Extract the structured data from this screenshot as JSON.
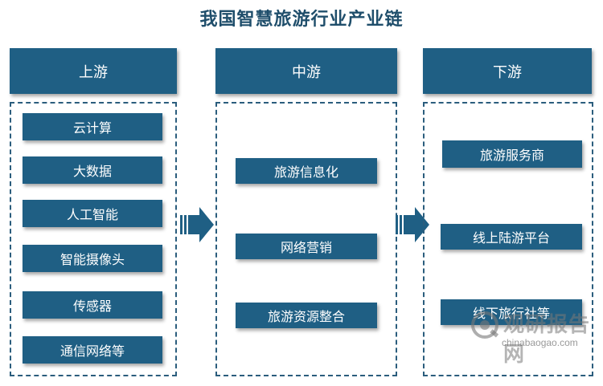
{
  "title": "我国智慧旅游行业产业链",
  "stages": {
    "upstream": {
      "label": "上游",
      "items": [
        "云计算",
        "大数据",
        "人工智能",
        "智能摄像头",
        "传感器",
        "通信网络等"
      ]
    },
    "midstream": {
      "label": "中游",
      "items": [
        "旅游信息化",
        "网络营销",
        "旅游资源整合"
      ]
    },
    "downstream": {
      "label": "下游",
      "items": [
        "旅游服务商",
        "线上陆游平台",
        "线下旅行社等"
      ]
    }
  },
  "watermark": {
    "text": "观研报告网",
    "url": "chinabaogao.com"
  },
  "colors": {
    "box": "#1f5f84",
    "title": "#1f4e6b",
    "dash": "#2b5d7d"
  }
}
